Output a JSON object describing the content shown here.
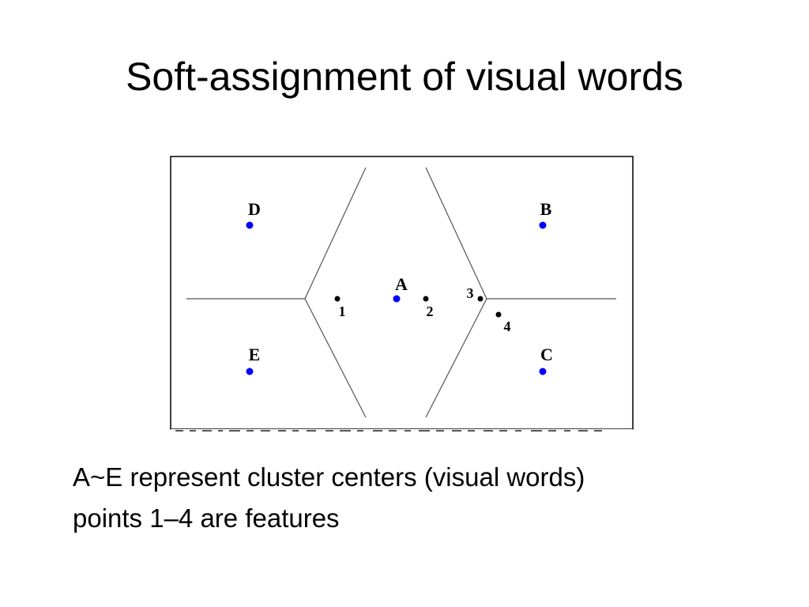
{
  "slide": {
    "title": "Soft-assignment of visual words"
  },
  "caption": {
    "line1": "A~E represent cluster centers (visual words)",
    "line2": "points 1–4 are features"
  },
  "diagram": {
    "cluster_color": "#0000ff",
    "feature_color": "#000000",
    "cluster_centers": [
      {
        "id": "A",
        "label": "A"
      },
      {
        "id": "B",
        "label": "B"
      },
      {
        "id": "C",
        "label": "C"
      },
      {
        "id": "D",
        "label": "D"
      },
      {
        "id": "E",
        "label": "E"
      }
    ],
    "features": [
      {
        "id": "1",
        "label": "1"
      },
      {
        "id": "2",
        "label": "2"
      },
      {
        "id": "3",
        "label": "3"
      },
      {
        "id": "4",
        "label": "4"
      }
    ]
  }
}
